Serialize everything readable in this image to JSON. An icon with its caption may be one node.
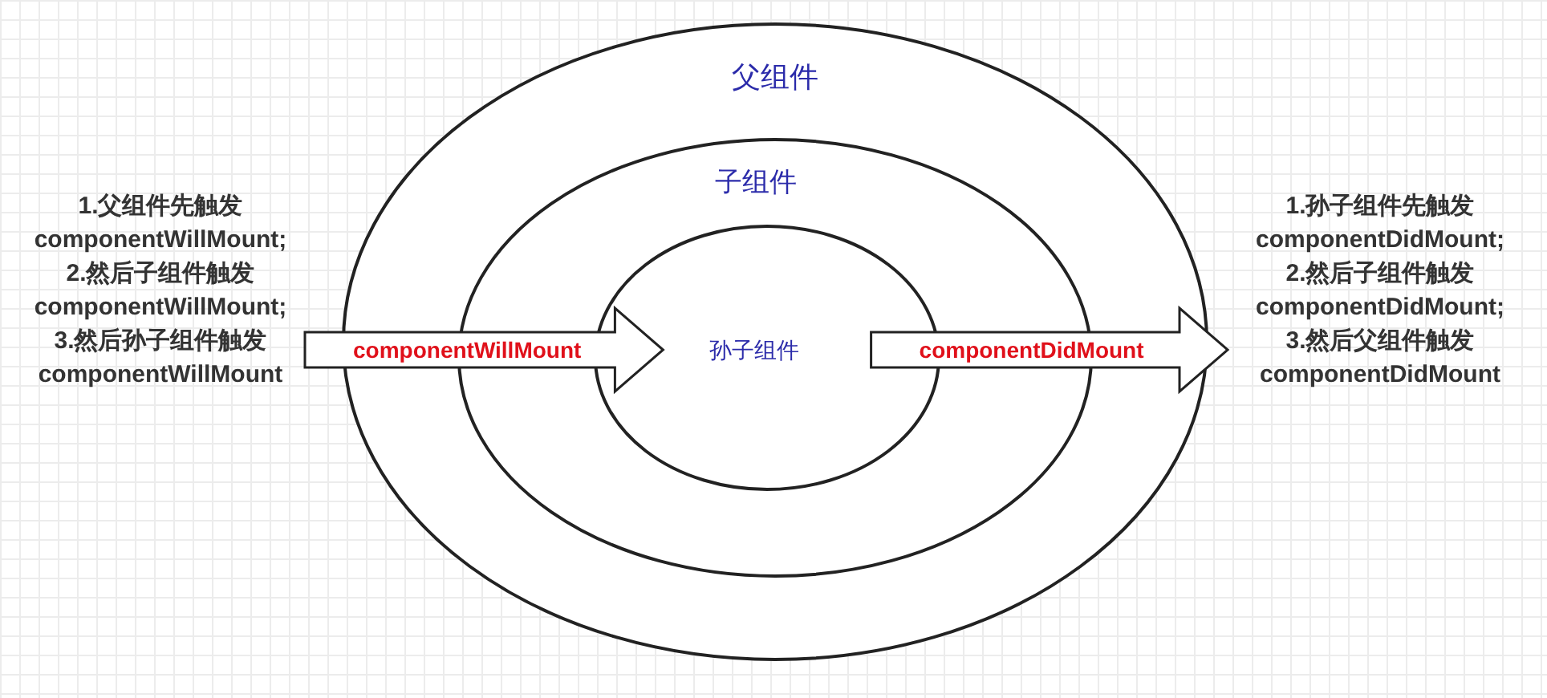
{
  "diagram": {
    "nodes": [
      {
        "text": [
          "父组件"
        ]
      },
      {
        "text": [
          "子组件"
        ],
        "in": 0
      },
      {
        "text": [
          "孙子组件"
        ],
        "in": 1
      },
      {
        "text": [
          "1.父组件先触发 componentWillMount;",
          "2.然后子组件触发 componentWillMount;",
          "3.然后孙子组件触发 componentWillMount"
        ]
      },
      {
        "text": [
          "1.孙子组件先触发 componentDidMount;",
          "2.然后子组件触发 componentDidMount;",
          "3.然后父组件触发 componentDidMount"
        ]
      }
    ],
    "edges": [
      {
        "from": 3,
        "to": 2,
        "arrow": "to",
        "label": "componentWillMount"
      },
      {
        "from": 2,
        "to": 4,
        "arrow": "to",
        "label": "componentDidMount"
      }
    ]
  }
}
